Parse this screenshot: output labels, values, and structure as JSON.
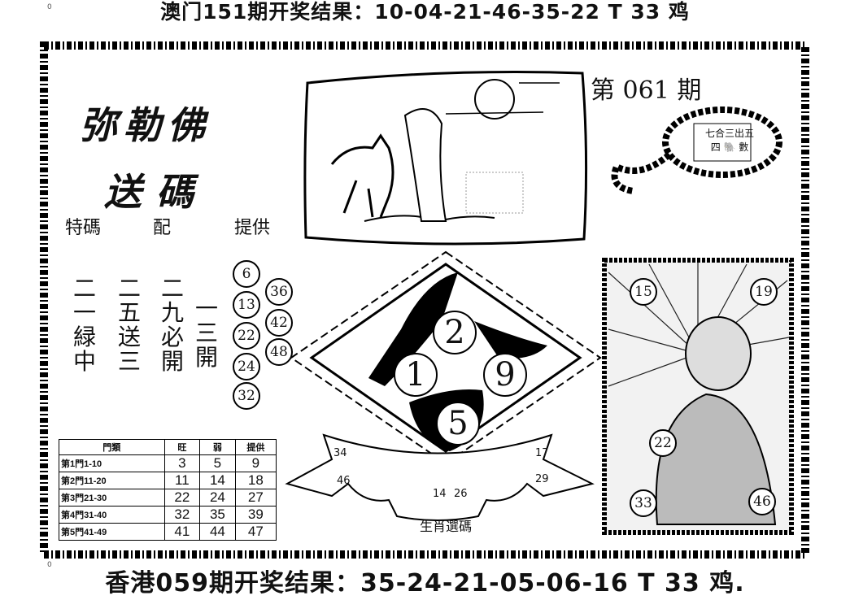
{
  "header": {
    "corner_mark": "0",
    "result": "澳门151期开奖结果：10-04-21-46-35-22 T 33 鸡"
  },
  "footer": {
    "corner_mark": "0",
    "result": "香港059期开奖结果：35-24-21-05-06-16 T 33 鸡."
  },
  "poster": {
    "title_line1": "弥勒佛",
    "title_line2": "送碼",
    "labels": [
      "特碼",
      "配",
      "提供"
    ],
    "issue": "第 061 期",
    "columns": [
      [
        "二",
        "一",
        "緑",
        "中"
      ],
      [
        "二",
        "五",
        "送",
        "三"
      ],
      [
        "二",
        "九",
        "必",
        "開"
      ],
      [
        "一",
        "三",
        "開"
      ]
    ],
    "circled_left": [
      "6",
      "13",
      "22",
      "24",
      "32"
    ],
    "circled_right": [
      "36",
      "42",
      "48"
    ],
    "prayer": {
      "chars": [
        "七",
        "合",
        "三",
        "出",
        "五",
        "四",
        "數"
      ]
    },
    "diamond_numbers": [
      "2",
      "1",
      "9",
      "5"
    ],
    "banner": {
      "label": "生肖選碼",
      "numbers_left": [
        "34",
        "46"
      ],
      "numbers_right": [
        "17",
        "29"
      ],
      "numbers_center": [
        "14",
        "26"
      ]
    },
    "buddha_numbers": [
      "15",
      "19",
      "22",
      "33",
      "46"
    ],
    "table": {
      "headers": [
        "門類",
        "旺",
        "弱",
        "提供"
      ],
      "rows": [
        [
          "第1門1-10",
          "3",
          "5",
          "9"
        ],
        [
          "第2門11-20",
          "11",
          "14",
          "18"
        ],
        [
          "第3門21-30",
          "22",
          "24",
          "27"
        ],
        [
          "第4門31-40",
          "32",
          "35",
          "39"
        ],
        [
          "第5門41-49",
          "41",
          "44",
          "47"
        ]
      ]
    }
  }
}
